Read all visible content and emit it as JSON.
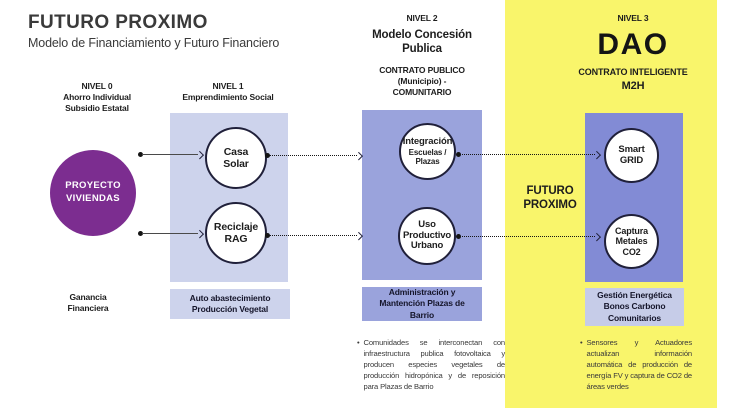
{
  "header": {
    "title": "FUTURO PROXIMO",
    "subtitle": "Modelo de Financiamiento y Futuro Financiero"
  },
  "futuro_label": "FUTURO\nPROXIMO",
  "level0": {
    "label": "NIVEL 0",
    "sublabel": "Ahorro Individual\nSubsidio Estatal",
    "node": "PROYECTO\nVIVIENDAS",
    "footer": "Ganancia\nFinanciera"
  },
  "level1": {
    "label": "NIVEL 1",
    "sublabel": "Emprendimiento Social",
    "node1": "Casa\nSolar",
    "node2": "Reciclaje\nRAG",
    "footer": "Auto abastecimiento\nProducción Vegetal"
  },
  "level2": {
    "label": "NIVEL 2",
    "sublabel": "Modelo Concesión\nPublica",
    "contract": "CONTRATO PUBLICO\n(Municipio) -\nCOMUNITARIO",
    "node1_title": "Integración",
    "node1_sub": "Escuelas /\nPlazas",
    "node2": "Uso\nProductivo\nUrbano",
    "footer": "Administración y\nMantención Plazas de\nBarrio",
    "bullet_marker": "•",
    "bullet": "Comunidades se interconectan con infraestructura publica fotovoltaica y producen especies vegetales de producción hidropónica y de reposición para Plazas de Barrio"
  },
  "level3": {
    "label": "NIVEL 3",
    "title": "DAO",
    "contract": "CONTRATO INTELIGENTE",
    "contract_sub": "M2H",
    "node1": "Smart\nGRID",
    "node2": "Captura\nMetales\nCO2",
    "footer": "Gestión Energética\nBonos Carbono\nComunitarios",
    "bullet_marker": "•",
    "bullet": "Sensores y Actuadores actualizan información automática de producción de energía FV y captura de CO2 de áreas verdes"
  },
  "colors": {
    "yellow_panel": "#F9F56B",
    "level1_lavender": "#CDD3EC",
    "level2_lavender": "#9AA3DC",
    "level3_blue_purple": "#828BD5",
    "level3_footer_box": "#C6CCE8",
    "project_purple": "#7C2D90",
    "node_border": "#20203A",
    "text_dark": "#2E2E2E"
  }
}
